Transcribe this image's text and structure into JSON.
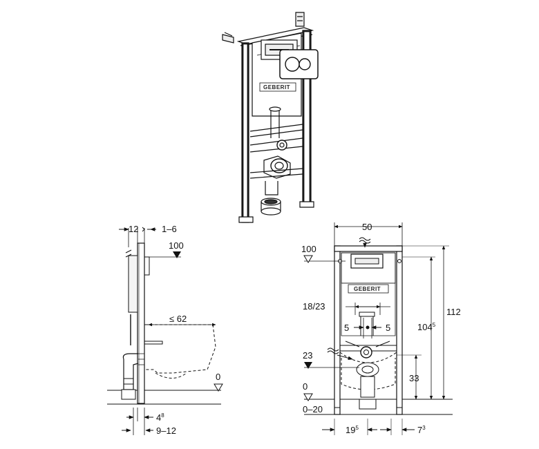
{
  "brand": "GEBERIT",
  "side_view": {
    "dim_top_left": "12",
    "dim_top_right": "1–6",
    "level_100": "100",
    "dim_depth": "≤ 62",
    "level_0": "0",
    "dim_bottom_a_base": "4",
    "dim_bottom_a_sup": "8",
    "dim_bottom_b": "9–12"
  },
  "front_view": {
    "width": "50",
    "level_100": "100",
    "spacing": "18/23",
    "offset_left": "5",
    "offset_right": "5",
    "level_23": "23",
    "level_0": "0",
    "floor_range": "0–20",
    "height_total": "112",
    "height_mid_base": "104",
    "height_mid_sup": "5",
    "height_outlet": "33",
    "dim_bottom_left_base": "19",
    "dim_bottom_left_sup": "5",
    "dim_bottom_right_base": "7",
    "dim_bottom_right_sup": "3"
  }
}
